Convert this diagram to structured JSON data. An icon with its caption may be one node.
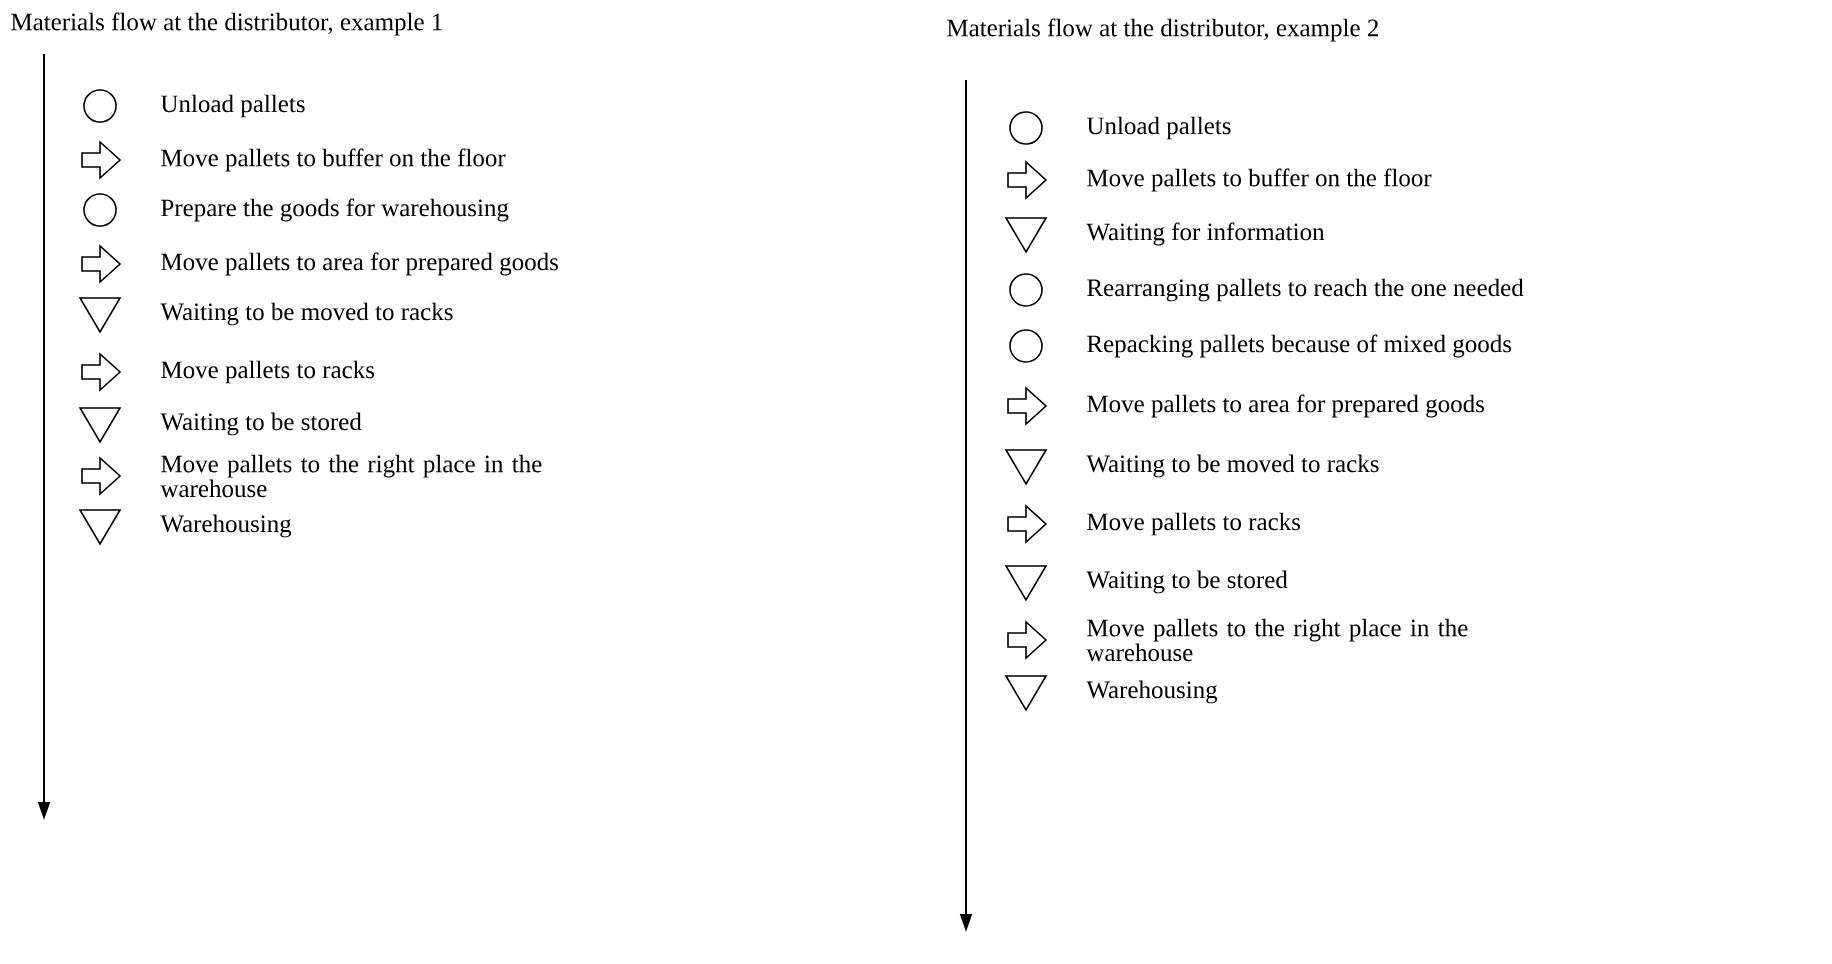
{
  "diagram": {
    "nodes": [
      {
        "text": [],
        "shape": "circle",
        "beside": [
          "Unload pallets"
        ]
      },
      {
        "text": [],
        "shape": "arrow",
        "beside": [
          "Move pallets to buffer on the floor"
        ]
      },
      {
        "text": [],
        "shape": "circle",
        "beside": [
          "Prepare the goods for warehousing"
        ]
      },
      {
        "text": [],
        "shape": "arrow",
        "beside": [
          "Move pallets to area for prepared goods"
        ]
      },
      {
        "text": [],
        "shape": "triangle",
        "beside": [
          "Waiting to be moved to racks"
        ]
      },
      {
        "text": [],
        "shape": "arrow",
        "beside": [
          "Move pallets to racks"
        ]
      },
      {
        "text": [],
        "shape": "triangle",
        "beside": [
          "Waiting to be stored"
        ]
      },
      {
        "text": [],
        "shape": "arrow",
        "beside": [
          "Move pallets to the right place in the warehouse"
        ]
      },
      {
        "text": [],
        "shape": "triangle",
        "beside": [
          "Warehousing"
        ]
      },
      {
        "text": [],
        "shape": "circle",
        "beside": [
          "Unload pallets"
        ]
      },
      {
        "text": [],
        "shape": "arrow",
        "beside": [
          "Move pallets to buffer on the floor"
        ]
      },
      {
        "text": [],
        "shape": "triangle",
        "beside": [
          "Waiting for information"
        ]
      },
      {
        "text": [],
        "shape": "circle",
        "beside": [
          "Rearranging pallets to reach the one needed"
        ]
      },
      {
        "text": [],
        "shape": "circle",
        "beside": [
          "Repacking pallets because of mixed goods"
        ]
      },
      {
        "text": [],
        "shape": "arrow",
        "beside": [
          "Move pallets to area for prepared goods"
        ]
      },
      {
        "text": [],
        "shape": "triangle",
        "beside": [
          "Waiting to be moved to racks"
        ]
      },
      {
        "text": [],
        "shape": "arrow",
        "beside": [
          "Move pallets to racks"
        ]
      },
      {
        "text": [],
        "shape": "triangle",
        "beside": [
          "Waiting to be stored"
        ]
      },
      {
        "text": [],
        "shape": "arrow",
        "beside": [
          "Move pallets to the right place in the warehouse"
        ]
      },
      {
        "text": [],
        "shape": "triangle",
        "beside": [
          "Warehousing"
        ]
      }
    ],
    "labels": [
      "Materials flow at the distributor, example 1",
      "Materials flow at the distributor, example 2"
    ]
  }
}
